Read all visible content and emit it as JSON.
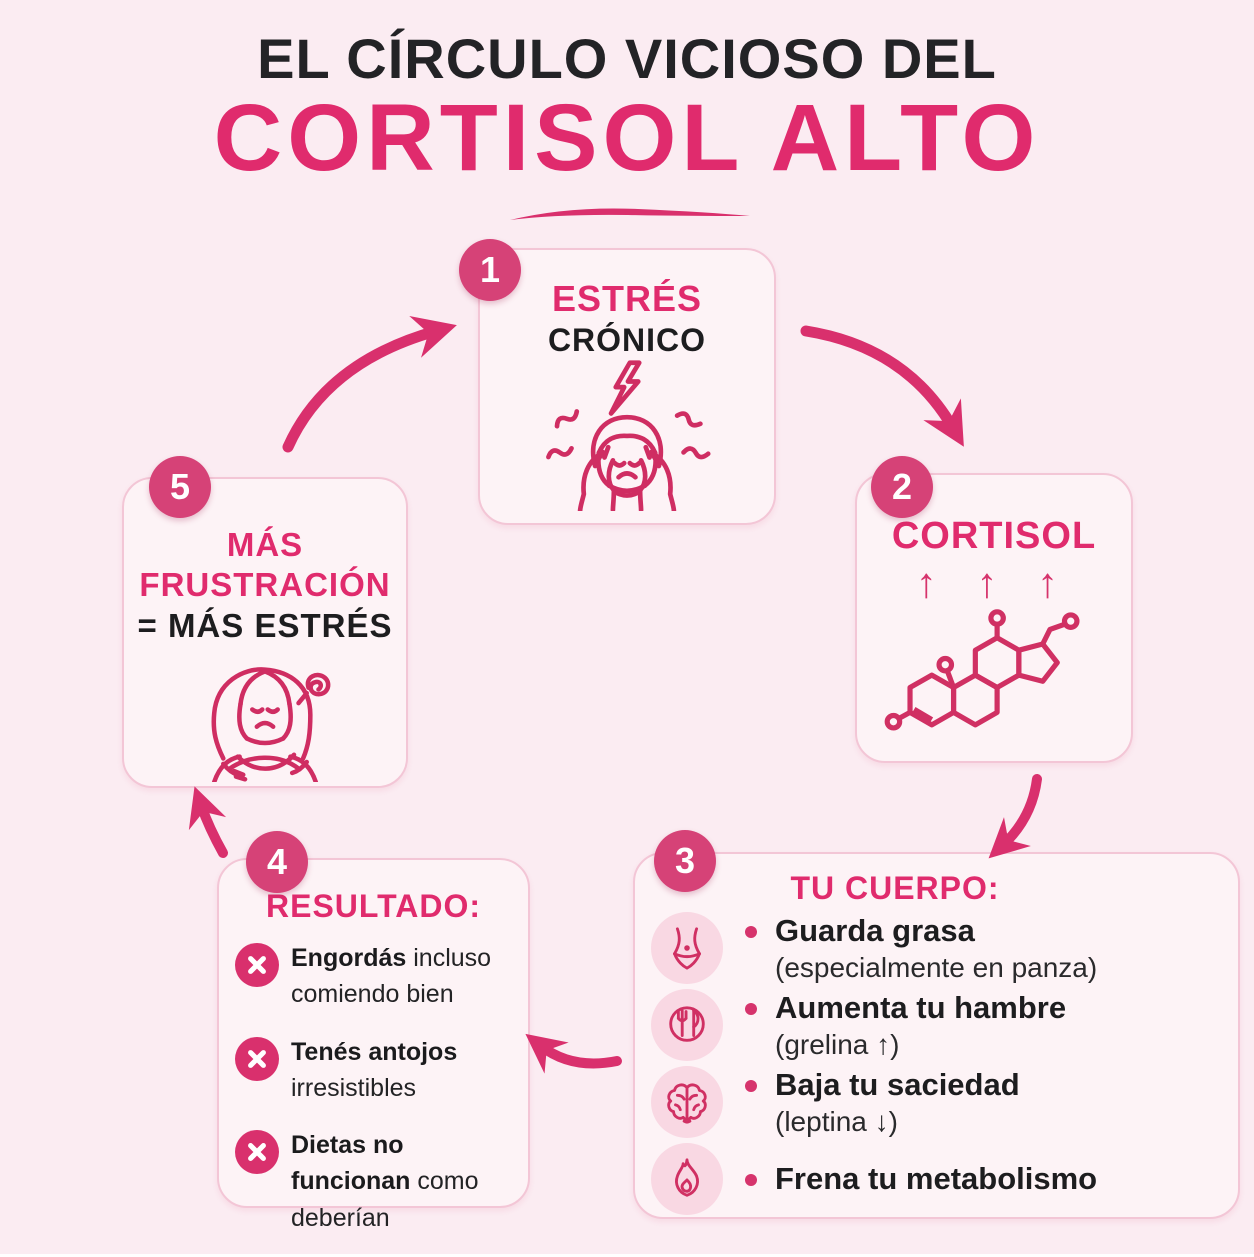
{
  "title": {
    "line1": "EL CÍRCULO VICIOSO DEL",
    "line2": "CORTISOL ALTO"
  },
  "colors": {
    "background": "#fbecf2",
    "card_bg": "#fdf3f6",
    "card_border": "#f3c6d6",
    "accent_pink": "#e02b6d",
    "badge_pink": "#d64277",
    "illustration_stroke": "#cf2d62",
    "dark_text": "#1d1d1f",
    "icon_circle_bg": "#f9d8e3"
  },
  "steps": [
    {
      "number": "1",
      "title": "ESTRÉS",
      "subtitle": "CRÓNICO",
      "icon": "stressed-person-icon"
    },
    {
      "number": "2",
      "title": "CORTISOL",
      "arrows": "↑ ↑ ↑",
      "icon": "cortisol-molecule-icon"
    },
    {
      "number": "3",
      "title": "TU CUERPO:",
      "items": [
        {
          "icon": "waist-icon",
          "title": "Guarda grasa",
          "subtitle": "(especialmente en panza)"
        },
        {
          "icon": "cutlery-icon",
          "title": "Aumenta tu hambre",
          "subtitle": "(grelina ↑)"
        },
        {
          "icon": "brain-icon",
          "title": "Baja tu saciedad",
          "subtitle": "(leptina ↓)"
        },
        {
          "icon": "flame-icon",
          "title": "Frena tu metabolismo",
          "subtitle": ""
        }
      ]
    },
    {
      "number": "4",
      "title": "RESULTADO:",
      "items": [
        {
          "icon": "x-circle-icon",
          "bold": "Engordás",
          "rest": " incluso comiendo bien"
        },
        {
          "icon": "x-circle-icon",
          "bold": "Tenés antojos",
          "rest": " irresistibles"
        },
        {
          "icon": "x-circle-icon",
          "bold": "Dietas no funcionan",
          "rest": " como deberían"
        }
      ]
    },
    {
      "number": "5",
      "title_line1": "MÁS",
      "title_line2": "FRUSTRACIÓN",
      "subtitle": "= MÁS ESTRÉS",
      "icon": "frustrated-woman-icon"
    }
  ],
  "flow_arrows": [
    "arrow-5-to-1",
    "arrow-1-to-2",
    "arrow-2-to-3",
    "arrow-3-to-4",
    "arrow-4-to-5"
  ]
}
